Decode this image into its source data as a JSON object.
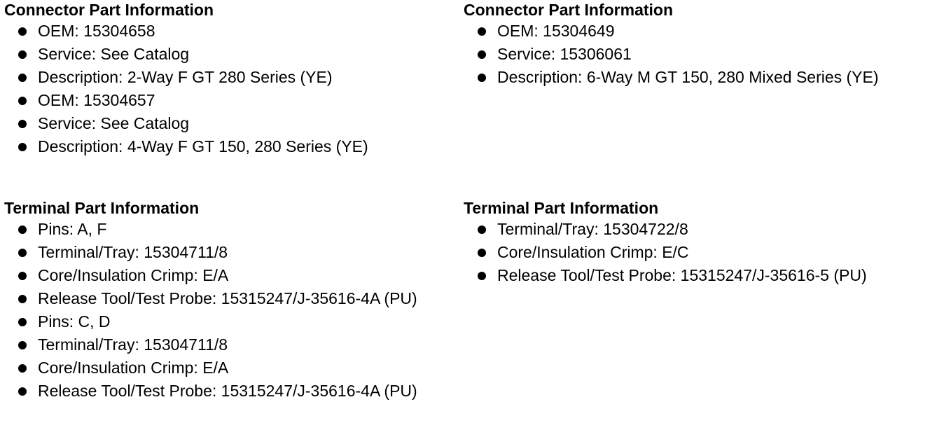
{
  "left": {
    "connector": {
      "title": "Connector Part Information",
      "groups": [
        [
          "OEM: 15304658",
          "Service: See Catalog",
          "Description: 2-Way F GT 280 Series (YE)"
        ],
        [
          "OEM: 15304657",
          "Service: See Catalog",
          "Description: 4-Way F GT 150, 280 Series (YE)"
        ]
      ]
    },
    "terminal": {
      "title": "Terminal Part Information",
      "groups": [
        [
          "Pins: A, F",
          "Terminal/Tray: 15304711/8",
          "Core/Insulation Crimp: E/A",
          "Release Tool/Test Probe: 15315247/J-35616-4A (PU)"
        ],
        [
          "Pins: C, D",
          "Terminal/Tray: 15304711/8",
          "Core/Insulation Crimp: E/A",
          "Release Tool/Test Probe: 15315247/J-35616-4A (PU)"
        ]
      ]
    }
  },
  "right": {
    "connector": {
      "title": "Connector Part Information",
      "groups": [
        [
          "OEM: 15304649",
          "Service: 15306061",
          "Description: 6-Way M GT 150, 280 Mixed Series (YE)"
        ]
      ]
    },
    "terminal": {
      "title": "Terminal Part Information",
      "groups": [
        [
          "Terminal/Tray: 15304722/8",
          "Core/Insulation Crimp: E/C",
          "Release Tool/Test Probe: 15315247/J-35616-5 (PU)"
        ]
      ]
    }
  }
}
